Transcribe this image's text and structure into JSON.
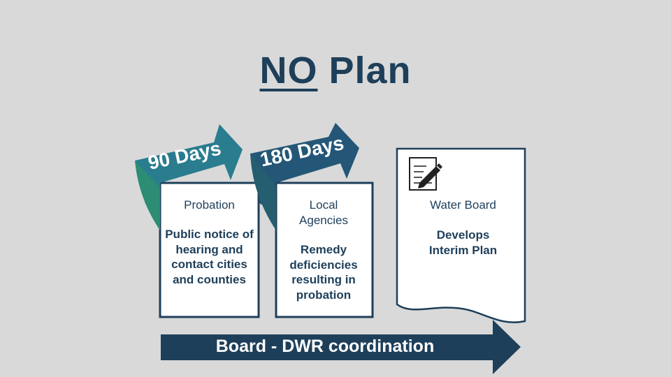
{
  "title": {
    "emphasis": "NO",
    "rest": "Plan"
  },
  "stages": [
    {
      "tab_label": "90 Days",
      "heading": "Probation",
      "body": "Public notice of hearing and contact cities and counties"
    },
    {
      "tab_label": "180 Days",
      "heading": "Local Agencies",
      "body": "Remedy deficiencies resulting in probation"
    },
    {
      "heading": "Water Board",
      "body": "Develops Interim Plan",
      "icon": "document-edit-icon"
    }
  ],
  "timeline_arrow": {
    "label": "Board - DWR coordination"
  },
  "colors": {
    "background": "#d9d9d9",
    "navy": "#1e3f5a",
    "teal": "#2a7c8f",
    "teal_dark": "#245e6f",
    "green": "#2c8c74",
    "blue": "#245777",
    "card_border": "#1e3f5a"
  }
}
